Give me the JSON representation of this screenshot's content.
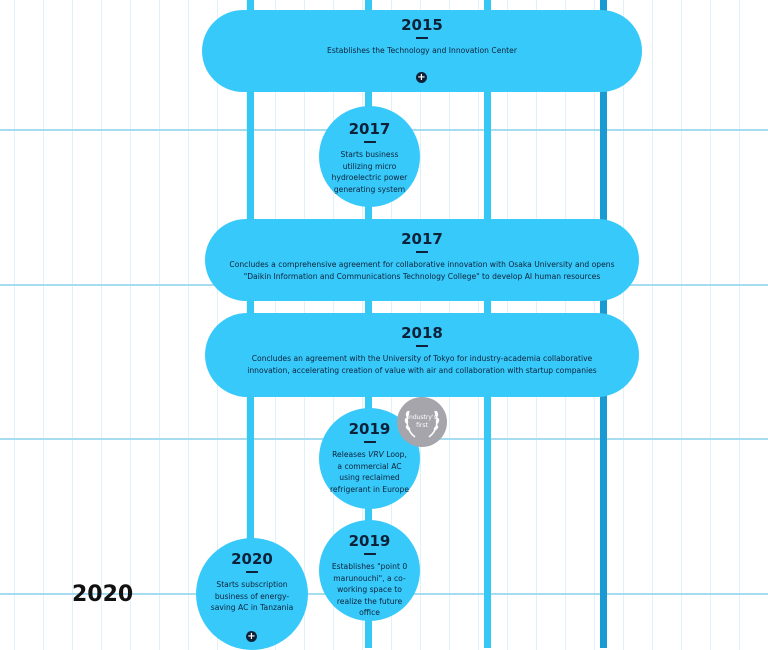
{
  "decade_label": "2020",
  "events": [
    {
      "year": "2015",
      "desc": "Establishes the Technology and Innovation Center",
      "has_expand": true
    },
    {
      "year": "2017",
      "desc": "Starts business utilizing micro hydroelectric power generating system",
      "has_expand": false
    },
    {
      "year": "2017",
      "desc": "Concludes a comprehensive agreement for collaborative innovation with Osaka University and opens \"Daikin Information and Communications Technology College\" to develop AI human resources",
      "has_expand": false
    },
    {
      "year": "2018",
      "desc": "Concludes an agreement with the University of Tokyo for industry-academia collaborative innovation, accelerating creation of value with air and collaboration with startup companies",
      "has_expand": false
    },
    {
      "year": "2019",
      "desc_before": "Releases ",
      "desc_italic": "VRV",
      "desc_after": " Loop, a commercial AC using reclaimed refrigerant in Europe",
      "has_expand": false
    },
    {
      "year": "2019",
      "desc": "Establishes \"point 0 marunouchi\", a co-working space to realize the future office",
      "has_expand": false
    },
    {
      "year": "2020",
      "desc": "Starts subscription business of energy-saving AC in Tanzania",
      "has_expand": true
    }
  ],
  "badge": {
    "line1": "Industry's",
    "line2": "first"
  },
  "colors": {
    "event_fill": "#38c9fb",
    "track": "#36c8f5",
    "track_dark": "#1a9ad3",
    "gridline": "#a5dcef",
    "badge": "#a5a5ab"
  }
}
